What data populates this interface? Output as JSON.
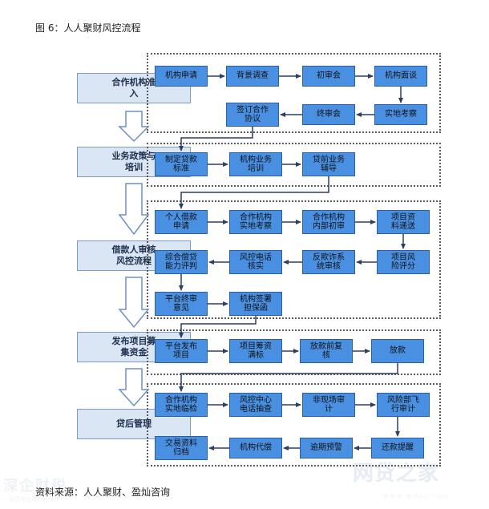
{
  "title": "图 6：人人聚财风控流程",
  "source": "资料来源：人人聚财、盈灿咨询",
  "watermark_left": "深企财税",
  "watermark_left_sub": "一站式专业财税服务商",
  "watermark_right": "网贷之家",
  "watermark_right_sub": "www.wdzj.com",
  "colors": {
    "node_fill": "#4a90e2",
    "stage_fill": "#dbe6f5",
    "arrow": "#2b3f63"
  },
  "stages": [
    "合作机构准\n入",
    "业务政策与\n培训",
    "借款人审核\n风控流程",
    "发布项目募\n集资金",
    "贷后管理"
  ],
  "nodes": {
    "g1": [
      "机构申请",
      "背景调查",
      "初审会",
      "机构面谈",
      "实地考察",
      "终审会",
      "签订合作\n协议"
    ],
    "g2": [
      "制定贷款\n标准",
      "机构业务\n培训",
      "贷前业务\n辅导"
    ],
    "g3": [
      "个人借款\n申请",
      "合作机构\n实地考察",
      "合作机构\n内部初审",
      "项目资\n料递送",
      "项目风\n险评分",
      "反欺诈系\n统审核",
      "风控电话\n核实",
      "综合偿贷\n能力评判",
      "平台终审\n意见",
      "机构签署\n担保函"
    ],
    "g4": [
      "平台发布\n项目",
      "项目筹资\n满标",
      "放款前复\n核",
      "放款"
    ],
    "g5": [
      "合作机构\n实地临检",
      "风控中心\n电话抽查",
      "非现场审\n计",
      "风险部飞\n行审计",
      "还款提醒",
      "逾期预警",
      "机构代偿",
      "交易资料\n归档"
    ]
  }
}
